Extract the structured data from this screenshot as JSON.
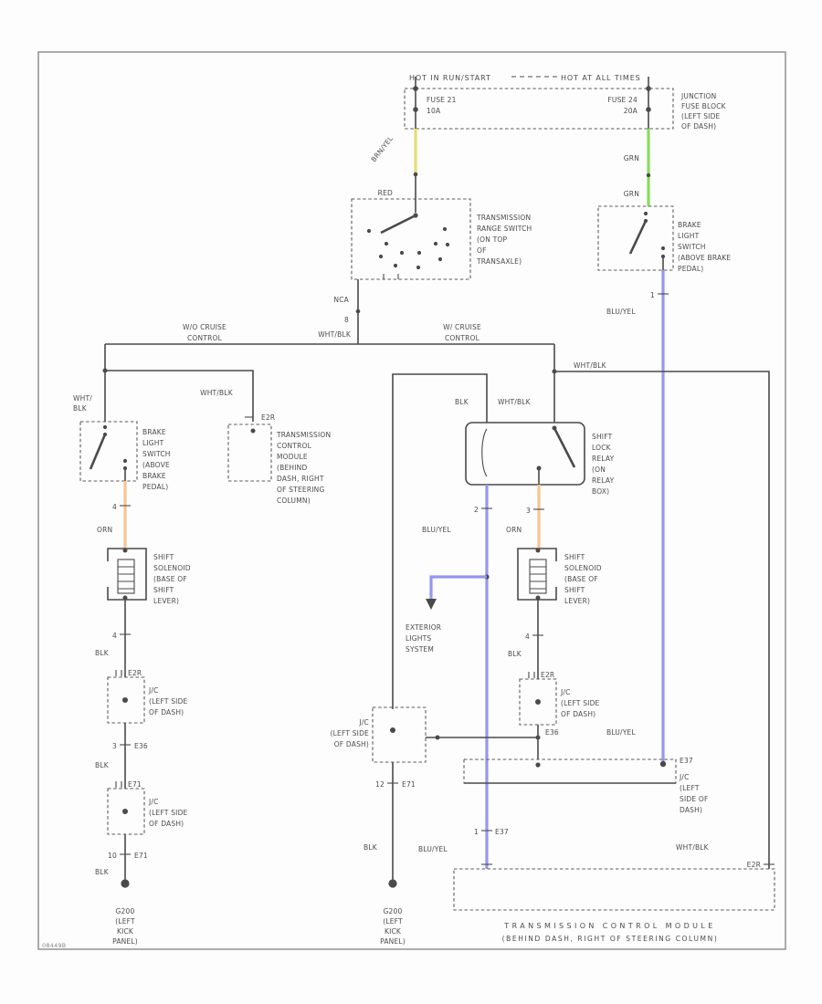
{
  "doc_id": "08449B",
  "colors": {
    "yellow": "#e7de74",
    "green": "#8bdb5e",
    "blue": "#9697ee",
    "orange": "#f6c590",
    "wire": "#4a4a4a"
  },
  "power": {
    "hot_left": "HOT IN RUN/START",
    "hot_right": "HOT AT ALL TIMES",
    "fuse_left_name": "FUSE 21",
    "fuse_left_rating": "10A",
    "fuse_right_name": "FUSE 24",
    "fuse_right_rating": "20A",
    "junction_block": [
      "JUNCTION",
      "FUSE BLOCK",
      "(LEFT SIDE",
      "OF DASH)"
    ]
  },
  "feed_left": {
    "wire_diag": "BRN/YEL",
    "wire_in": "RED"
  },
  "feed_right": {
    "wire1": "GRN",
    "wire2": "GRN"
  },
  "range_switch": {
    "label": [
      "TRANSMISSION",
      "RANGE SWITCH",
      "(ON TOP",
      "OF",
      "TRANSAXLE)"
    ],
    "out_color": "NCA",
    "out_pin": "8",
    "out_wire": "WHT/BLK"
  },
  "bus": {
    "left_tag": [
      "W/O CRUISE",
      "CONTROL"
    ],
    "right_tag": [
      "W/ CRUISE",
      "CONTROL"
    ],
    "left_wire": [
      "WHT/",
      "BLK"
    ],
    "mid_wire": "WHT/BLK",
    "right_wire": "WHT/BLK"
  },
  "tcm_small": {
    "connector": "E2R",
    "label": [
      "TRANSMISSION",
      "CONTROL",
      "MODULE",
      "(BEHIND",
      "DASH, RIGHT",
      "OF STEERING",
      "COLUMN)"
    ]
  },
  "brake_switch_left": {
    "label": [
      "BRAKE",
      "LIGHT",
      "SWITCH",
      "(ABOVE",
      "BRAKE",
      "PEDAL)"
    ],
    "out_pin": "4",
    "out_wire": "ORN"
  },
  "brake_switch_right": {
    "label": [
      "BRAKE",
      "LIGHT",
      "SWITCH",
      "(ABOVE BRAKE",
      "PEDAL)"
    ],
    "out_pin": "1",
    "out_wire": "BLU/YEL"
  },
  "relay": {
    "label": [
      "SHIFT",
      "LOCK",
      "RELAY",
      "(ON",
      "RELAY",
      "BOX)"
    ],
    "in_left": "BLK",
    "in_right": "WHT/BLK",
    "out_left_pin": "2",
    "out_right_pin": "3",
    "out_left_wire": "BLU/YEL",
    "out_right_wire": "ORN"
  },
  "solenoid_left": {
    "label": [
      "SHIFT",
      "SOLENOID",
      "(BASE OF",
      "SHIFT",
      "LEVER)"
    ],
    "out_pin": "4",
    "out_wire": "BLK"
  },
  "solenoid_right": {
    "label": [
      "SHIFT",
      "SOLENOID",
      "(BASE OF",
      "SHIFT",
      "LEVER)"
    ],
    "out_pin": "4",
    "out_wire": "BLK"
  },
  "exterior_lights": {
    "label": [
      "EXTERIOR",
      "LIGHTS",
      "SYSTEM"
    ]
  },
  "jc_left1": {
    "connector": "E2R",
    "label": [
      "J/C",
      "(LEFT SIDE",
      "OF DASH)"
    ],
    "out_pin": "3",
    "out_connector": "E36",
    "out_wire": "BLK"
  },
  "jc_left2": {
    "connector": "E71",
    "label": [
      "J/C",
      "(LEFT SIDE",
      "OF DASH)"
    ],
    "out_pin": "10",
    "out_connector": "E71",
    "out_wire": "BLK"
  },
  "jc_mid": {
    "label": [
      "J/C",
      "(LEFT SIDE",
      "OF DASH)"
    ],
    "out_pin": "12",
    "out_connector": "E71",
    "out_wire": "BLK"
  },
  "jc_right": {
    "connector": "E2R",
    "label": [
      "J/C",
      "(LEFT SIDE",
      "OF DASH)"
    ]
  },
  "jc_bottom": {
    "in_connector": "E36",
    "in_wire": "BLU/YEL",
    "right_connector": "E37",
    "label": [
      "J/C",
      "(LEFT",
      "SIDE OF",
      "DASH)"
    ],
    "out_pin": "1",
    "out_connector": "E37",
    "out_wire": "BLU/YEL"
  },
  "ground_left": {
    "label": [
      "G200",
      "(LEFT",
      "KICK",
      "PANEL)"
    ]
  },
  "ground_mid": {
    "label": [
      "G200",
      "(LEFT",
      "KICK",
      "PANEL)"
    ]
  },
  "tcm_main": {
    "in_wire": "WHT/BLK",
    "in_connector": "E2R",
    "label": [
      "TRANSMISSION CONTROL MODULE",
      "(BEHIND DASH, RIGHT OF STEERING COLUMN)"
    ]
  }
}
